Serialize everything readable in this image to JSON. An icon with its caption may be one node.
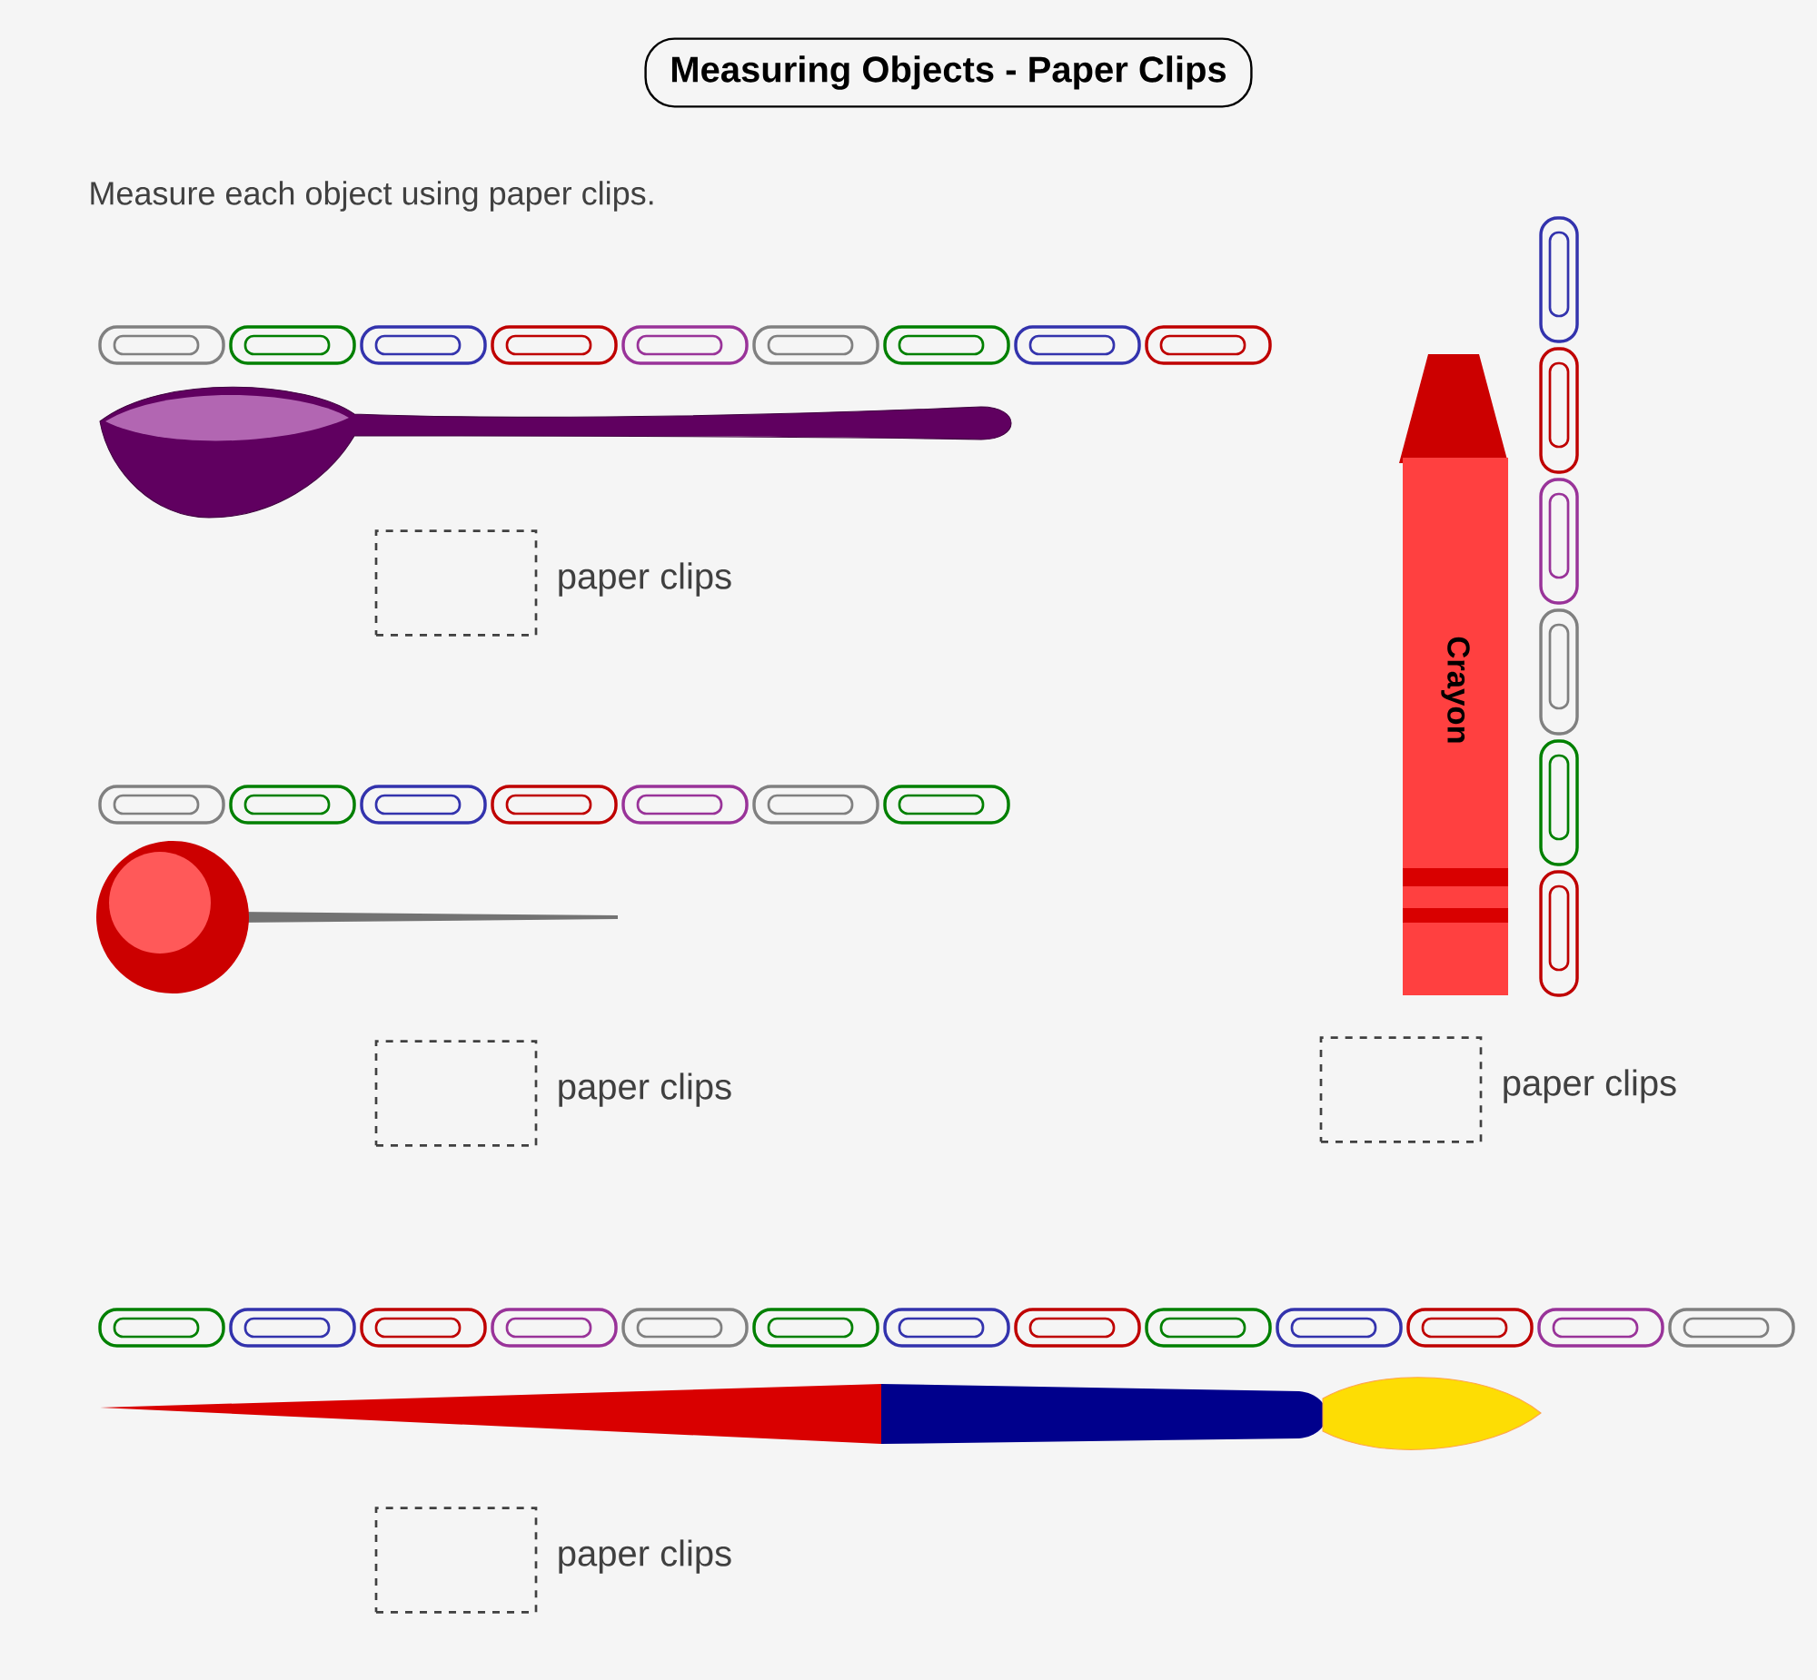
{
  "diagram": {
    "title": "Measuring Objects - Paper Clips",
    "nodes": [
      {
        "text": [],
        "shape": "box",
        "beside": [
          "paper clips"
        ]
      },
      {
        "text": [],
        "shape": "box",
        "beside": [
          "paper clips"
        ]
      },
      {
        "text": [],
        "shape": "box",
        "beside": [
          "paper clips"
        ]
      },
      {
        "text": [],
        "shape": "box",
        "beside": [
          "paper clips"
        ]
      }
    ],
    "labels": [
      "Measure each object using paper clips.",
      "Crayon"
    ]
  }
}
